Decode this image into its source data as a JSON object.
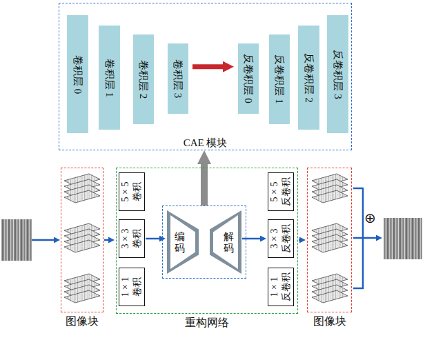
{
  "diagram": {
    "nodes": [
      {
        "text": [
          "CAE 模块"
        ]
      },
      {
        "text": [
          "卷积层 0"
        ],
        "in": 0
      },
      {
        "text": [
          "卷积层 1"
        ],
        "in": 0
      },
      {
        "text": [
          "卷积层 2"
        ],
        "in": 0
      },
      {
        "text": [
          "卷积层 3"
        ],
        "in": 0
      },
      {
        "text": [
          "反卷积层 0"
        ],
        "in": 0
      },
      {
        "text": [
          "反卷积层 1"
        ],
        "in": 0
      },
      {
        "text": [
          "反卷积层 2"
        ],
        "in": 0
      },
      {
        "text": [
          "反卷积层 3"
        ],
        "in": 0
      },
      {
        "text": [
          "图像块"
        ]
      },
      {
        "text": [
          "重构网络"
        ]
      },
      {
        "text": [
          "5 × 5 卷积"
        ],
        "in": 10
      },
      {
        "text": [
          "3 × 3 卷积"
        ],
        "in": 10
      },
      {
        "text": [
          "1 × 1 卷积"
        ],
        "in": 10
      },
      {
        "text": [],
        "in": 10
      },
      {
        "text": [
          "编码"
        ],
        "in": 14
      },
      {
        "text": [
          "解码"
        ],
        "in": 14
      },
      {
        "text": [
          "5 × 5 反卷积"
        ],
        "in": 10
      },
      {
        "text": [
          "3 × 3 反卷积"
        ],
        "in": 10
      },
      {
        "text": [
          "1 × 1 反卷积"
        ],
        "in": 10
      },
      {
        "text": [
          "图像块"
        ]
      }
    ],
    "edges": [
      {
        "from": 4,
        "to": 5,
        "arrow": "to"
      },
      {
        "from": 9,
        "to": 10,
        "arrow": "to"
      },
      {
        "from": 12,
        "to": 15,
        "arrow": "to"
      },
      {
        "from": 16,
        "to": 18,
        "arrow": "to"
      },
      {
        "from": 10,
        "to": 20,
        "arrow": "to"
      },
      {
        "from": 14,
        "to": 0,
        "arrow": "to"
      }
    ],
    "labels": [
      "⊕"
    ]
  }
}
